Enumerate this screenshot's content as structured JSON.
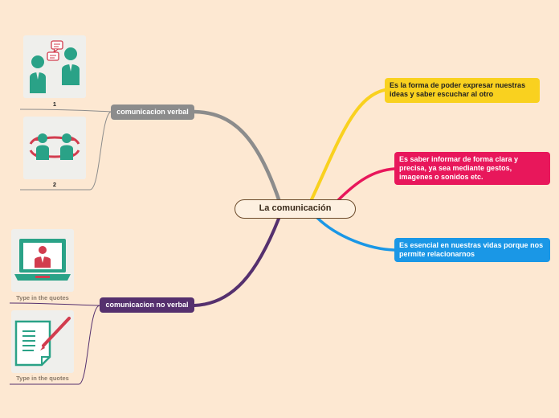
{
  "central": {
    "label": "La comunicación"
  },
  "right_topics": [
    {
      "text": "Es la forma de poder expresar nuestras ideas y saber escuchar al otro",
      "color": "#f9d11f"
    },
    {
      "text": "Es saber informar de forma clara y precisa, ya sea mediante gestos, imagenes o sonidos etc.",
      "color": "#e8175b"
    },
    {
      "text": "Es esencial en nuestras vidas porque nos permite relacionarnos",
      "color": "#1a97e6"
    }
  ],
  "left_topics": [
    {
      "label": "comunicacion verbal",
      "color": "#8c8c8c",
      "images": [
        {
          "caption": "1",
          "icon": "conversation-icon"
        },
        {
          "caption": "2",
          "icon": "exchange-cycle-icon"
        }
      ]
    },
    {
      "label": "comunicacion no verbal",
      "color": "#55306e",
      "images": [
        {
          "caption": "Type in the quotes",
          "icon": "laptop-presenter-icon"
        },
        {
          "caption": "Type in the quotes",
          "icon": "document-pen-icon"
        }
      ]
    }
  ]
}
